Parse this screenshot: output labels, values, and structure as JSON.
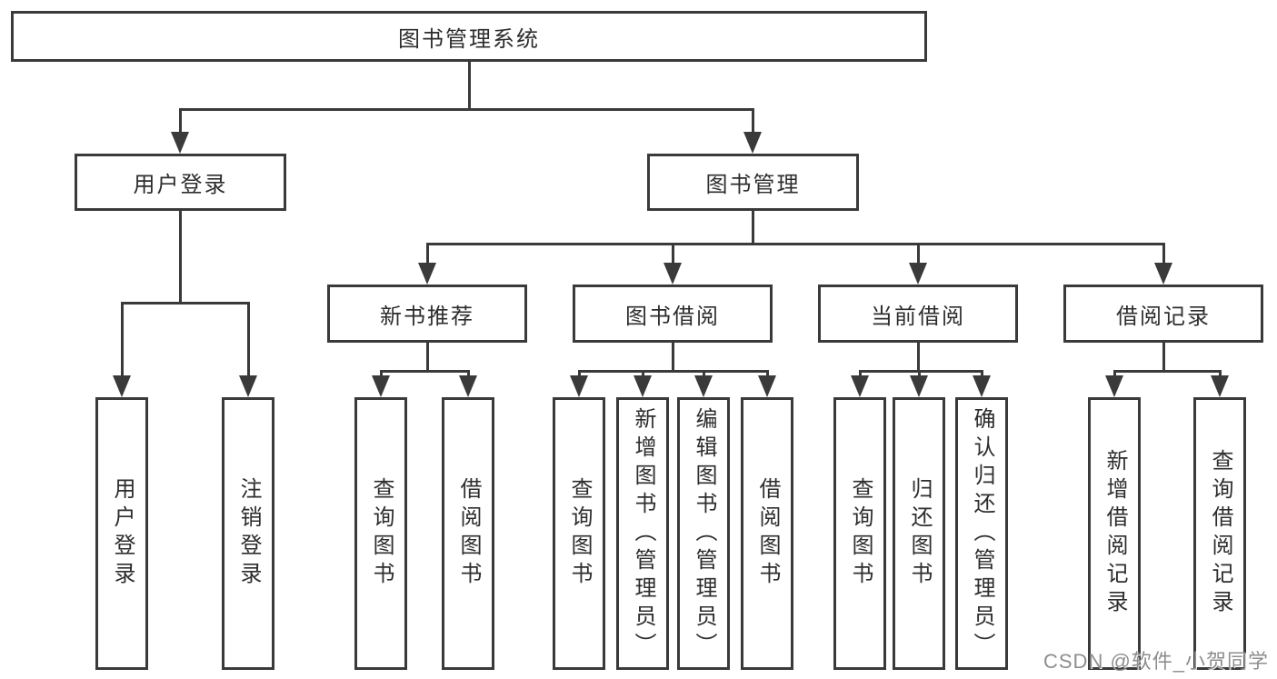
{
  "tree": {
    "root": {
      "label": "图书管理系统"
    },
    "branches": [
      {
        "label": "用户登录",
        "children": [
          {
            "label": "用户登录"
          },
          {
            "label": "注销登录"
          }
        ]
      },
      {
        "label": "图书管理",
        "groups": [
          {
            "label": "新书推荐",
            "children": [
              {
                "label": "查询图书"
              },
              {
                "label": "借阅图书"
              }
            ]
          },
          {
            "label": "图书借阅",
            "children": [
              {
                "label": "查询图书"
              },
              {
                "label": "新增图书（管理员）"
              },
              {
                "label": "编辑图书（管理员）"
              },
              {
                "label": "借阅图书"
              }
            ]
          },
          {
            "label": "当前借阅",
            "children": [
              {
                "label": "查询图书"
              },
              {
                "label": "归还图书"
              },
              {
                "label": "确认归还（管理员）"
              }
            ]
          },
          {
            "label": "借阅记录",
            "children": [
              {
                "label": "新增借阅记录"
              },
              {
                "label": "查询借阅记录"
              }
            ]
          }
        ]
      }
    ]
  },
  "watermark": {
    "text": "CSDN @软件_小贺同学"
  },
  "colors": {
    "line": "#3a3a3a",
    "box_background": "#ffffff",
    "watermark": "#8e8e8e"
  }
}
